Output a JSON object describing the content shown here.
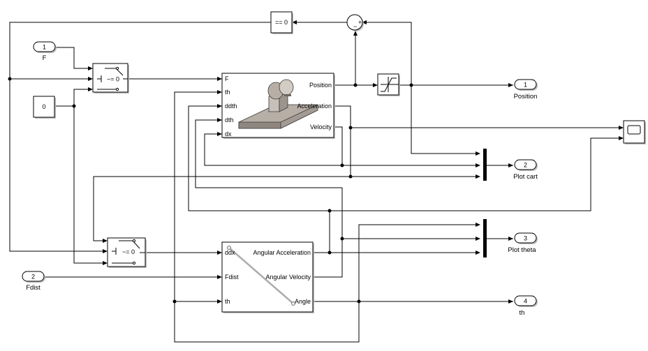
{
  "inports": {
    "in1": {
      "number": "1",
      "name": "F"
    },
    "in2": {
      "number": "2",
      "name": "Fdist"
    }
  },
  "constant": {
    "value": "0"
  },
  "compare": {
    "label": "== 0"
  },
  "sum": {
    "signs": "+-"
  },
  "switches": {
    "cond1": "~= 0",
    "cond2": "~= 0"
  },
  "cart_block": {
    "inputs": [
      "F",
      "th",
      "ddth",
      "dth",
      "dx"
    ],
    "outputs": [
      "Position",
      "Acceleration",
      "Velocity"
    ]
  },
  "pendulum_block": {
    "inputs": [
      "ddx",
      "Fdist",
      "th"
    ],
    "outputs": [
      "Angular Acceleration",
      "Angular Velocity",
      "Angle"
    ]
  },
  "outports": {
    "out1": {
      "number": "1",
      "name": "Position"
    },
    "out2": {
      "number": "2",
      "name": "Plot cart"
    },
    "out3": {
      "number": "3",
      "name": "Plot theta"
    },
    "out4": {
      "number": "4",
      "name": "th"
    }
  }
}
